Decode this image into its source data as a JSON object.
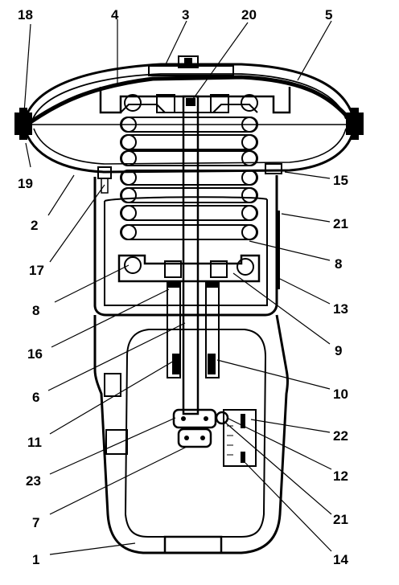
{
  "diagram": {
    "labels": {
      "l1": "1",
      "l2": "2",
      "l3": "3",
      "l4": "4",
      "l5": "5",
      "l6": "6",
      "l7": "7",
      "l8a": "8",
      "l8b": "8",
      "l9": "9",
      "l10": "10",
      "l11": "11",
      "l12": "12",
      "l13": "13",
      "l14": "14",
      "l15": "15",
      "l16": "16",
      "l17": "17",
      "l18": "18",
      "l19": "19",
      "l20": "20",
      "l21a": "21",
      "l21b": "21",
      "l22": "22",
      "l23": "23"
    },
    "colors": {
      "ink": "#000000",
      "paper": "#ffffff"
    }
  }
}
